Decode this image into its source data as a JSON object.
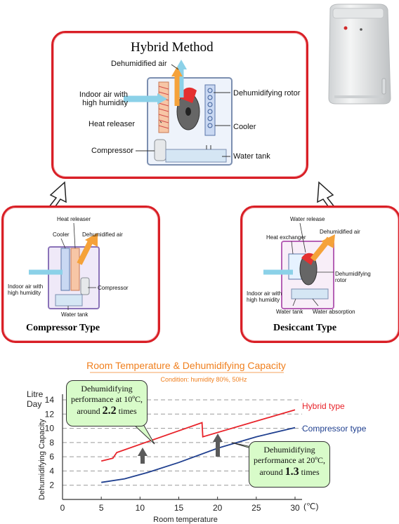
{
  "hybrid": {
    "title": "Hybrid Method",
    "labels": {
      "dehumidified_air": "Dehumidified air",
      "indoor_air": "Indoor air with\nhigh humidity",
      "heat_releaser": "Heat releaser",
      "compressor": "Compressor",
      "dehumidifying_rotor": "Dehumidifying rotor",
      "cooler": "Cooler",
      "water_tank": "Water tank"
    }
  },
  "compressor_type": {
    "title": "Compressor Type",
    "labels": {
      "heat_releaser": "Heat releaser",
      "cooler": "Cooler",
      "dehumidified_air": "Dehumidified air",
      "indoor_air": "Indoor air with\nhigh humidity",
      "compressor": "Compressor",
      "water_tank": "Water tank"
    }
  },
  "desiccant_type": {
    "title": "Desiccant Type",
    "labels": {
      "water_release": "Water release",
      "heat_exchanger": "Heat exchanger",
      "dehumidified_air": "Dehumidified air",
      "dehumidifying_rotor": "Dehumidifying\nrotor",
      "indoor_air": "Indoor air with\nhigh humidity",
      "water_tank": "Water tank",
      "water_absorption": "Water absorption"
    }
  },
  "callouts": {
    "left": {
      "line1": "Dehumidifying",
      "line2": "performance at 10ºC,",
      "prefix": "around",
      "value": "2.2",
      "suffix": "times"
    },
    "right": {
      "line1": "Dehumidifying",
      "line2": "performance at 20ºC,",
      "prefix": "around",
      "value": "1.3",
      "suffix": "times"
    }
  },
  "chart_data": {
    "type": "line",
    "title": "Room Temperature & Dehumidifying Capacity",
    "subtitle": "Condition: humidity 80%, 50Hz",
    "xlabel": "Room temperature",
    "ylabel": "Dehumidifying Capacity",
    "y_unit_line1": "Litre",
    "y_unit_line2": "Day",
    "x_unit": "(℃)",
    "xlim": [
      0,
      30
    ],
    "ylim": [
      0,
      14
    ],
    "x_ticks": [
      0,
      5,
      10,
      15,
      20,
      25,
      30
    ],
    "y_ticks": [
      2,
      4,
      6,
      8,
      10,
      12,
      14
    ],
    "grid": true,
    "series": [
      {
        "name": "Hybrid type",
        "color": "#e8232a",
        "points": [
          [
            5,
            5.4
          ],
          [
            6.5,
            5.8
          ],
          [
            7,
            6.6
          ],
          [
            18,
            10.8
          ],
          [
            18.1,
            8.8
          ],
          [
            30,
            12.6
          ]
        ]
      },
      {
        "name": "Compressor type",
        "color": "#1f3f8f",
        "points": [
          [
            5,
            2.4
          ],
          [
            8,
            2.9
          ],
          [
            11,
            3.8
          ],
          [
            15,
            5.2
          ],
          [
            20,
            7.2
          ],
          [
            25,
            8.8
          ],
          [
            30,
            10.1
          ]
        ]
      }
    ]
  }
}
